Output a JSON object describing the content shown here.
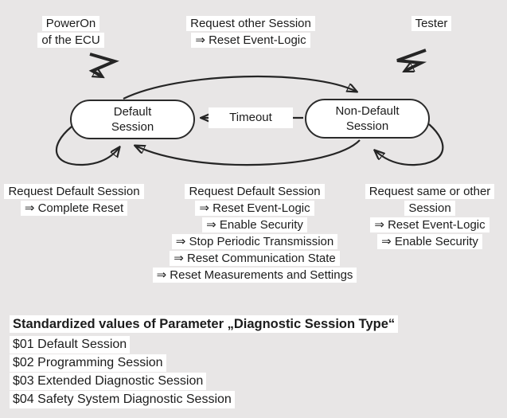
{
  "colors": {
    "background": "#e8e6e6",
    "label_background": "#ffffff",
    "stroke": "#252525",
    "text": "#1c1c1c"
  },
  "diagram": {
    "events": {
      "power_on": {
        "lines": [
          "PowerOn",
          "of the ECU"
        ]
      },
      "tester": {
        "lines": [
          "Tester"
        ]
      }
    },
    "icons": {
      "left": "flash-event-arrow",
      "right": "flash-event-arrow"
    },
    "states": {
      "default_session": {
        "lines": [
          "Default",
          "Session"
        ]
      },
      "non_default_session": {
        "lines": [
          "Non-Default",
          "Session"
        ]
      }
    },
    "transitions": {
      "timeout": {
        "label": "Timeout"
      },
      "request_other_session": {
        "lines": [
          "Request other Session",
          "⇒ Reset Event-Logic"
        ]
      },
      "request_default_complete": {
        "lines": [
          "Request Default Session",
          "⇒ Complete Reset"
        ]
      },
      "request_default_full": {
        "lines": [
          "Request Default Session",
          "⇒ Reset Event-Logic",
          "⇒ Enable Security",
          "⇒ Stop Periodic Transmission",
          "⇒ Reset Communication State",
          "⇒ Reset Measurements and Settings"
        ]
      },
      "request_same_or_other": {
        "lines": [
          "Request same or other",
          "Session",
          "⇒ Reset Event-Logic",
          "⇒ Enable Security"
        ]
      }
    }
  },
  "legend": {
    "title": "Standardized values of Parameter „Diagnostic Session Type“",
    "items": [
      "$01 Default Session",
      "$02 Programming Session",
      "$03 Extended Diagnostic Session",
      "$04 Safety System Diagnostic Session"
    ]
  }
}
